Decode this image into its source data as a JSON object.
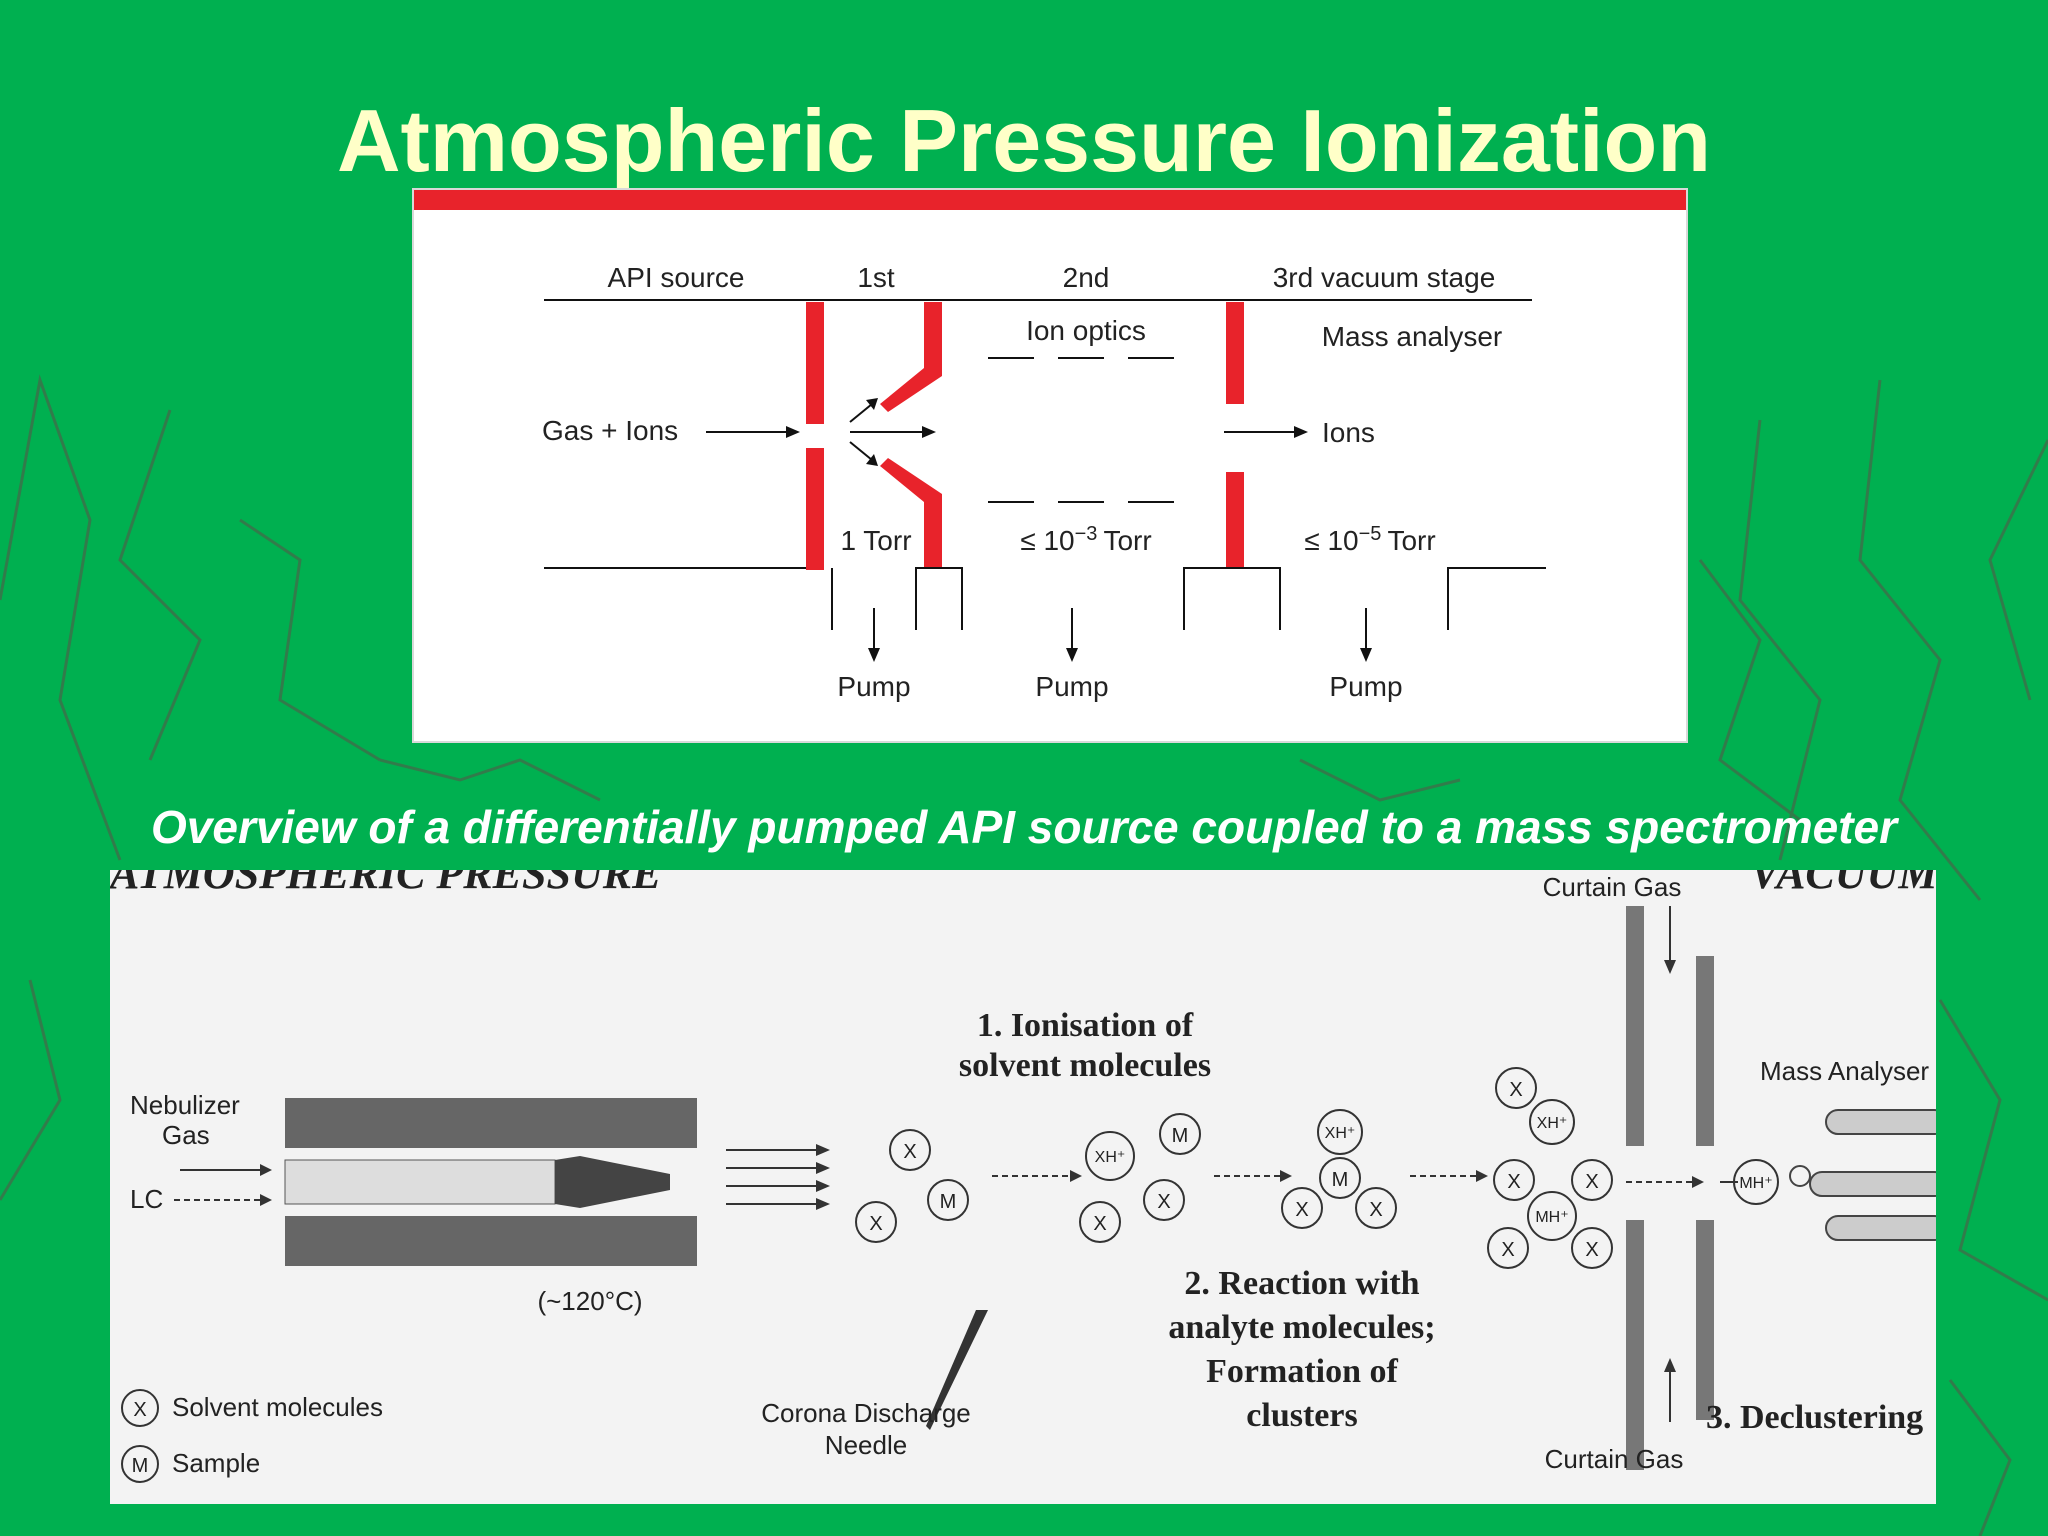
{
  "title": "Atmospheric Pressure Ionization",
  "caption": "Overview of a differentially pumped API source coupled to a mass spectrometer",
  "top_diagram": {
    "headers": {
      "api_source": "API source",
      "first": "1st",
      "second": "2nd",
      "third": "3rd vacuum stage"
    },
    "ion_optics": "Ion optics",
    "mass_analyser": "Mass analyser",
    "gas_ions": "Gas + Ions",
    "ions": "Ions",
    "pressure_1": "1 Torr",
    "pressure_2_prefix": "≤ 10",
    "pressure_2_exp": "−3",
    "pressure_2_unit": "Torr",
    "pressure_3_prefix": "≤ 10",
    "pressure_3_exp": "−5",
    "pressure_3_unit": "Torr",
    "pump": "Pump",
    "colors": {
      "red": "#e8232b",
      "line": "#111111"
    }
  },
  "bottom_diagram": {
    "atmospheric_pressure": "ATMOSPHERIC PRESSURE",
    "vacuum": "VACUUM",
    "curtain_gas_top": "Curtain Gas",
    "curtain_gas_bottom": "Curtain Gas",
    "nebulizer_gas": "Nebulizer",
    "nebulizer_gas_2": "Gas",
    "lc": "LC",
    "temperature": "(~120°C)",
    "step1_line1": "1. Ionisation of",
    "step1_line2": "solvent molecules",
    "step2_line1": "2. Reaction with",
    "step2_line2": "analyte molecules;",
    "step2_line3": "Formation of",
    "step2_line4": "clusters",
    "step3": "3. Declustering",
    "mass_analyser": "Mass Analyser",
    "corona_line1": "Corona Discharge",
    "corona_line2": "Needle",
    "legend_solvent_symbol": "X",
    "legend_solvent": "Solvent molecules",
    "legend_sample_symbol": "M",
    "legend_sample": "Sample",
    "mol_x": "X",
    "mol_m": "M",
    "mol_xh": "XH⁺",
    "mol_mh": "MH⁺"
  }
}
